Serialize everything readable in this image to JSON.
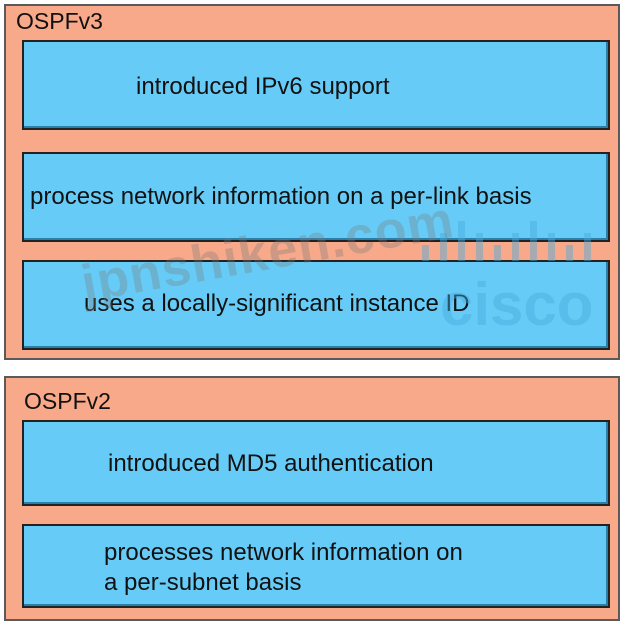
{
  "groups": [
    {
      "title": "OSPFv3",
      "items": [
        {
          "lines": [
            "introduced IPv6 support"
          ]
        },
        {
          "lines": [
            "process network information on a per-link basis"
          ]
        },
        {
          "lines": [
            "uses a locally-significant instance ID"
          ]
        }
      ]
    },
    {
      "title": "OSPFv2",
      "items": [
        {
          "lines": [
            "introduced MD5 authentication"
          ]
        },
        {
          "lines": [
            "processes network information on",
            "a per-subnet basis"
          ]
        }
      ]
    }
  ],
  "watermark": {
    "site": "jpnshiken.com",
    "brand": "cisco",
    "brand_color": "#46aadc"
  },
  "colors": {
    "group_fill": "#f7a98a",
    "item_fill": "#66ccf7"
  }
}
